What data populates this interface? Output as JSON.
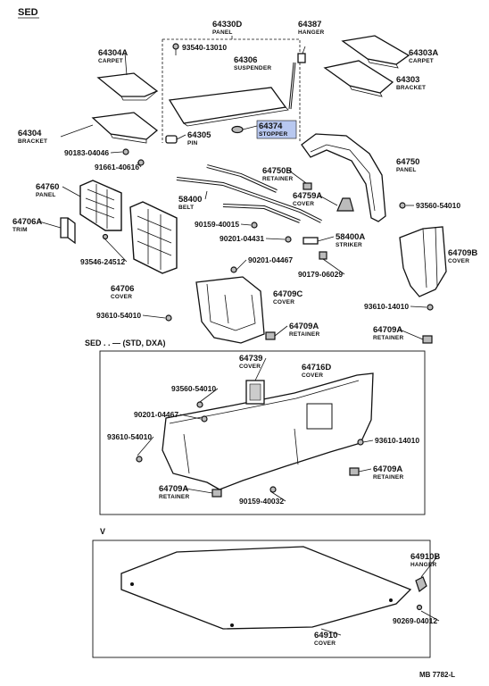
{
  "title": "SED",
  "section_sed": "SED . .     — (STD, DXA)",
  "section_v": "V",
  "footer": "MB  7782-L",
  "highlight_color": "#b8c8f0",
  "parts": [
    {
      "id": "64330D",
      "name": "PANEL"
    },
    {
      "id": "64387",
      "name": "HANGER"
    },
    {
      "id": "93540-13010",
      "name": ""
    },
    {
      "id": "64306",
      "name": "SUSPENDER"
    },
    {
      "id": "64304A",
      "name": "CARPET"
    },
    {
      "id": "64303A",
      "name": "CARPET"
    },
    {
      "id": "64303",
      "name": "BRACKET"
    },
    {
      "id": "64374",
      "name": "STOPPER"
    },
    {
      "id": "64305",
      "name": "PIN"
    },
    {
      "id": "64304",
      "name": "BRACKET"
    },
    {
      "id": "90183-04046",
      "name": ""
    },
    {
      "id": "91661-40616",
      "name": ""
    },
    {
      "id": "64750",
      "name": "PANEL"
    },
    {
      "id": "64750B",
      "name": "RETAINER"
    },
    {
      "id": "64760",
      "name": "PANEL"
    },
    {
      "id": "58400",
      "name": "BELT"
    },
    {
      "id": "64759A",
      "name": "COVER"
    },
    {
      "id": "93560-54010",
      "name": ""
    },
    {
      "id": "64706A",
      "name": "TRIM"
    },
    {
      "id": "90159-40015",
      "name": ""
    },
    {
      "id": "90201-04431",
      "name": ""
    },
    {
      "id": "58400A",
      "name": "STRIKER"
    },
    {
      "id": "64709B",
      "name": "COVER"
    },
    {
      "id": "93546-24512",
      "name": ""
    },
    {
      "id": "90201-04467",
      "name": ""
    },
    {
      "id": "90179-06029",
      "name": ""
    },
    {
      "id": "64706",
      "name": "COVER"
    },
    {
      "id": "64709C",
      "name": "COVER"
    },
    {
      "id": "93610-54010",
      "name": ""
    },
    {
      "id": "93610-14010",
      "name": ""
    },
    {
      "id": "64709A",
      "name": "RETAINER"
    },
    {
      "id": "64709A",
      "name": "RETAINER"
    },
    {
      "id": "64739",
      "name": "COVER"
    },
    {
      "id": "64716D",
      "name": "COVER"
    },
    {
      "id": "93560-54010",
      "name": ""
    },
    {
      "id": "90201-04467",
      "name": ""
    },
    {
      "id": "93610-54010",
      "name": ""
    },
    {
      "id": "93610-14010",
      "name": ""
    },
    {
      "id": "64709A",
      "name": "RETAINER"
    },
    {
      "id": "64709A",
      "name": "RETAINER"
    },
    {
      "id": "90159-40032",
      "name": ""
    },
    {
      "id": "64910B",
      "name": "HANGER"
    },
    {
      "id": "90269-04012",
      "name": ""
    },
    {
      "id": "64910",
      "name": "COVER"
    }
  ]
}
